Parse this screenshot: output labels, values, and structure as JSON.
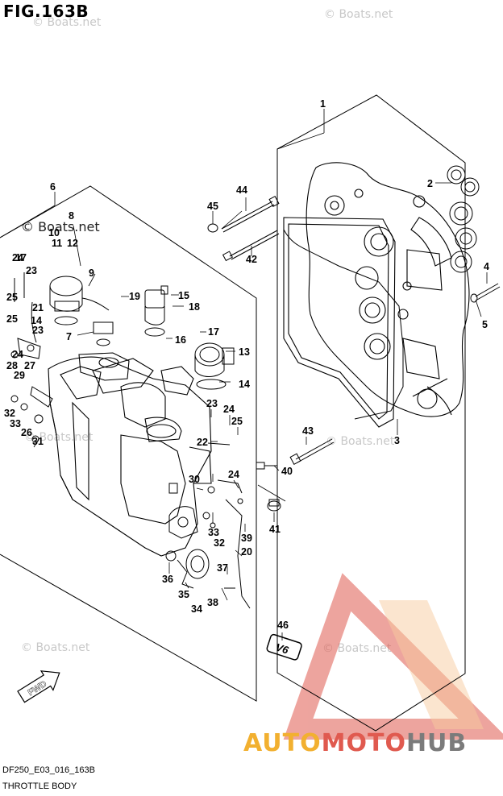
{
  "figure": {
    "title": "FIG.163B",
    "code": "DF250_E03_016_163B",
    "caption": "THROTTLE BODY"
  },
  "watermarks": {
    "site": "© Boats.net",
    "brand_parts": [
      "AUTO",
      "MOTO",
      "HUB"
    ]
  },
  "colors": {
    "line": "#000000",
    "watermark": "#c8c8c8",
    "brand_yellow": "#f2b030",
    "brand_red": "#e05a4f",
    "brand_gray": "#7b7b7b"
  },
  "fwd_label": "FWD",
  "v6_label": "V6",
  "callouts": {
    "p1": "1",
    "p2": "2",
    "p3": "3",
    "p4": "4",
    "p5": "5",
    "p6": "6",
    "p7": "7",
    "p8": "8",
    "p9": "9",
    "p10": "10",
    "p11": "11",
    "p12": "12",
    "p13": "13",
    "p14a": "14",
    "p14b": "14",
    "p15": "15",
    "p16": "16",
    "p17a": "17",
    "p17b": "17",
    "p18": "18",
    "p19": "19",
    "p20": "20",
    "p21": "21",
    "p22": "22",
    "p23a": "23",
    "p23b": "23",
    "p23c": "23",
    "p24a": "24",
    "p24b": "24",
    "p24c": "24",
    "p24d": "24",
    "p25a": "25",
    "p25b": "25",
    "p25c": "25",
    "p26": "26",
    "p27": "27",
    "p28": "28",
    "p29": "29",
    "p30": "30",
    "p31": "31",
    "p32a": "32",
    "p32b": "32",
    "p33a": "33",
    "p33b": "33",
    "p34": "34",
    "p35": "35",
    "p36": "36",
    "p37": "37",
    "p38": "38",
    "p39": "39",
    "p40": "40",
    "p41": "41",
    "p42": "42",
    "p43": "43",
    "p44": "44",
    "p45": "45",
    "p46": "46"
  }
}
